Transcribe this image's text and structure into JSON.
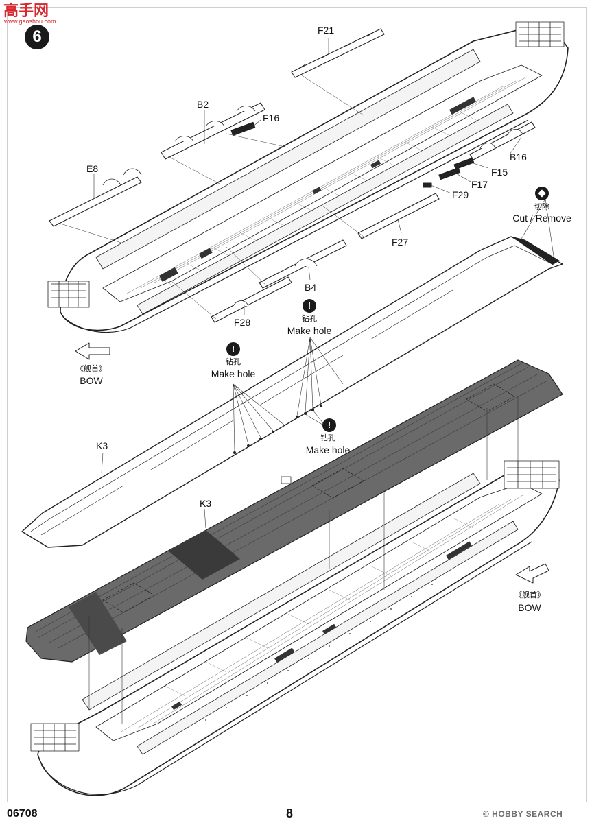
{
  "header": {
    "logo_text": "高手网",
    "logo_sub": "www.gaoshou.com",
    "step_number": "6"
  },
  "parts": {
    "f21": "F21",
    "b2": "B2",
    "f16": "F16",
    "e8": "E8",
    "b16": "B16",
    "f15": "F15",
    "f17": "F17",
    "f29": "F29",
    "f27": "F27",
    "b4": "B4",
    "f28": "F28",
    "k3_upper": "K3",
    "k3_lower": "K3"
  },
  "callouts": {
    "cut_cn": "切除",
    "cut_en": "Cut / Remove",
    "drill_cn_1": "钻孔",
    "drill_en_1": "Make hole",
    "drill_cn_2": "钻孔",
    "drill_en_2": "Make hole",
    "drill_cn_3": "钻孔",
    "drill_en_3": "Make hole",
    "drill_icon": "!",
    "bow_cn_1": "《舰首》",
    "bow_en_1": "BOW",
    "bow_cn_2": "《舰首》",
    "bow_en_2": "BOW"
  },
  "footer": {
    "kit_number": "06708",
    "page_number": "8",
    "watermark": "© HOBBY SEARCH"
  }
}
